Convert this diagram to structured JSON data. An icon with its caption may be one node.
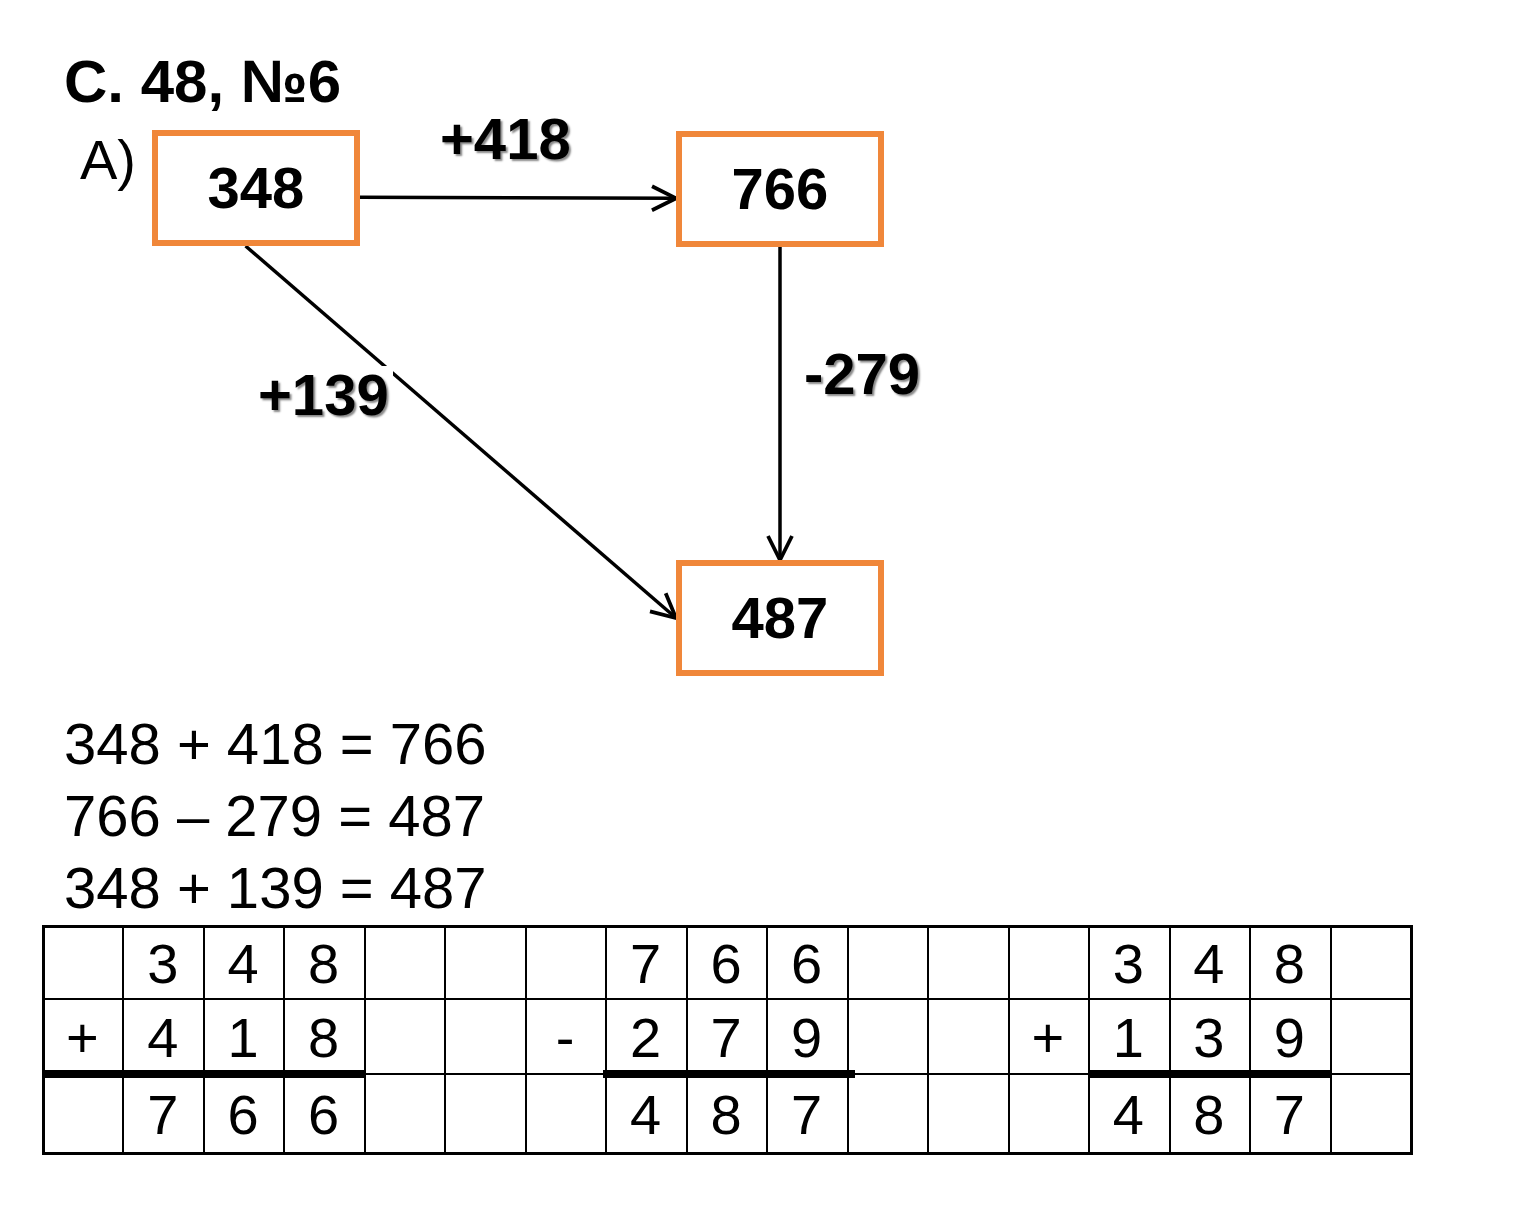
{
  "diagram": {
    "title": "С. 48, №6",
    "nodes": [
      {
        "text": [
          "348"
        ]
      },
      {
        "text": [
          "766"
        ]
      },
      {
        "text": [
          "487"
        ]
      }
    ],
    "edges": [
      {
        "from": 0,
        "to": 1,
        "arrow": "to",
        "label": "+418"
      },
      {
        "from": 1,
        "to": 2,
        "arrow": "to",
        "label": "-279"
      },
      {
        "from": 0,
        "to": 2,
        "arrow": "to",
        "label": "+139"
      }
    ],
    "labels": [
      "А)",
      "348 + 418 = 766",
      "766 – 279 = 487",
      "348 + 139 = 487",
      "3",
      "4",
      "8",
      "7",
      "6",
      "6",
      "3",
      "4",
      "8",
      "+",
      "4",
      "1",
      "8",
      "-",
      "2",
      "7",
      "9",
      "+",
      "1",
      "3",
      "9",
      "7",
      "6",
      "6",
      "4",
      "8",
      "7",
      "4",
      "8",
      "7"
    ]
  }
}
